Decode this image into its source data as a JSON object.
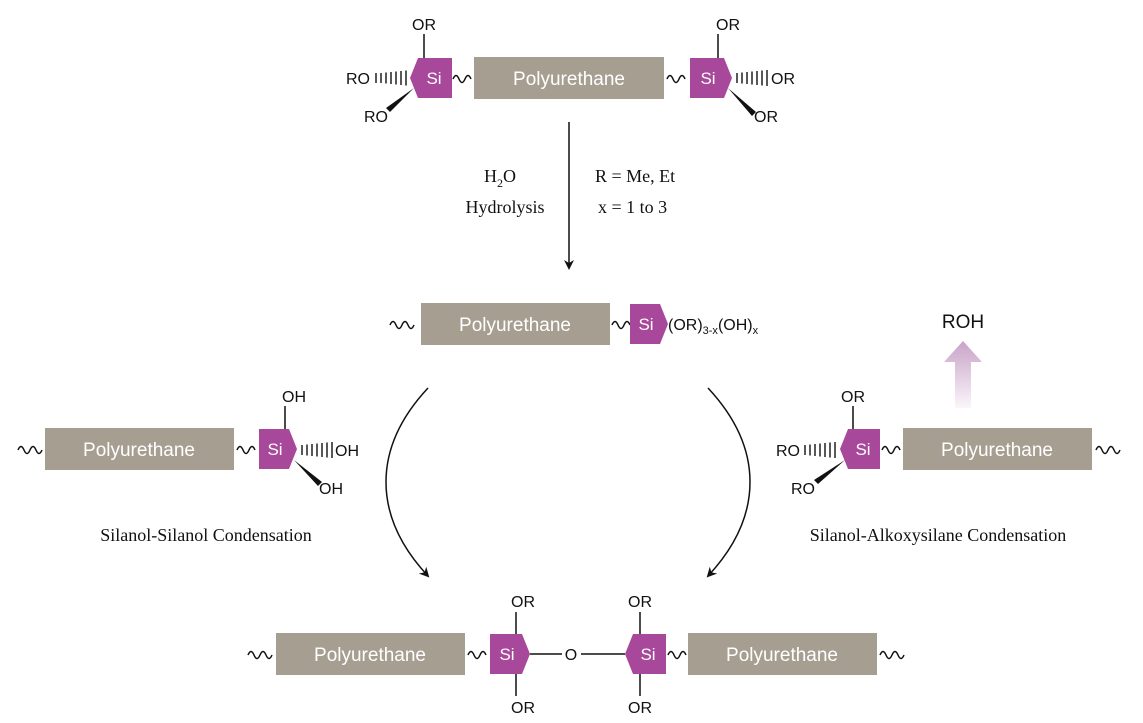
{
  "labels": {
    "polyurethane": "Polyurethane",
    "si": "Si",
    "or": "OR",
    "ro": "RO",
    "oh": "OH",
    "o": "O",
    "roh": "ROH"
  },
  "reaction": {
    "reagent_h": "H",
    "reagent_sub": "2",
    "reagent_o": "O",
    "step": "Hydrolysis",
    "cond_r": "R = Me, Et",
    "cond_x": "x = 1 to 3"
  },
  "intermediate": {
    "group_or": "(OR)",
    "sub_3x": "3-x",
    "group_oh": "(OH)",
    "sub_x": "x"
  },
  "pathways": {
    "left": "Silanol-Silanol Condensation",
    "right": "Silanol-Alkoxysilane Condensation"
  },
  "colors": {
    "polyurethane_bar": "#a79e92",
    "silicon": "#a8489a",
    "roh_arrow": "#c9a3c8",
    "text": "#111111"
  }
}
